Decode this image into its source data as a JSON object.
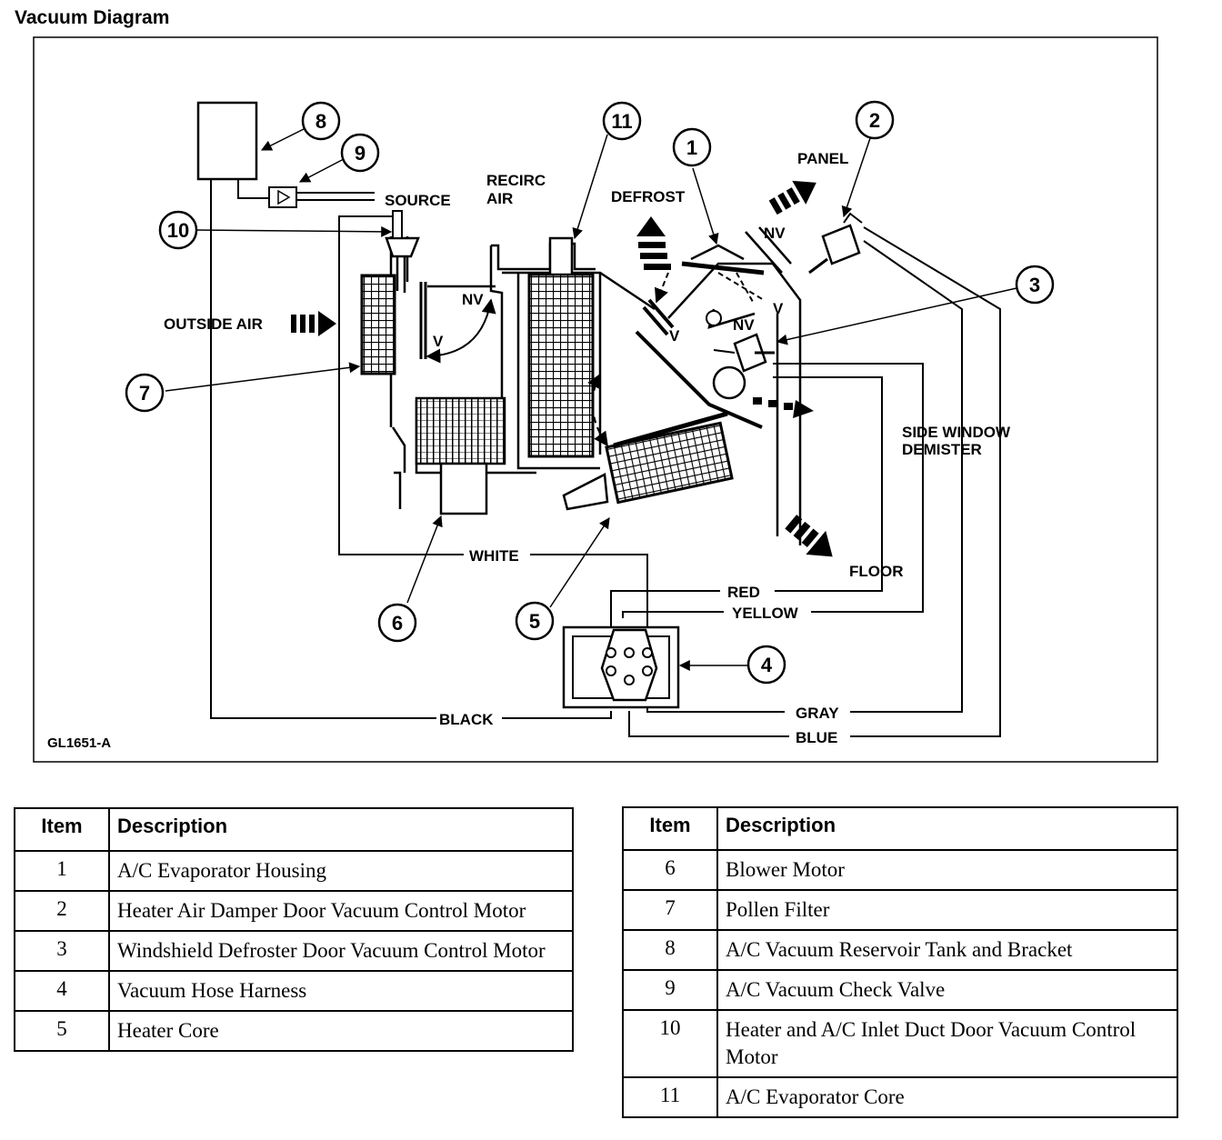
{
  "title": "Vacuum Diagram",
  "figure_id": "GL1651-A",
  "labels": {
    "source": "SOURCE",
    "recirc_line1": "RECIRC",
    "recirc_line2": "AIR",
    "defrost": "DEFROST",
    "panel": "PANEL",
    "outside_air": "OUTSIDE AIR",
    "side_window_line1": "SIDE WINDOW",
    "side_window_line2": "DEMISTER",
    "floor": "FLOOR",
    "nv": "NV",
    "v": "V"
  },
  "hoses": {
    "white": "WHITE",
    "red": "RED",
    "yellow": "YELLOW",
    "black": "BLACK",
    "gray": "GRAY",
    "blue": "BLUE"
  },
  "callouts": [
    "1",
    "2",
    "3",
    "4",
    "5",
    "6",
    "7",
    "8",
    "9",
    "10",
    "11"
  ],
  "table_header": {
    "item": "Item",
    "description": "Description"
  },
  "items_left": [
    {
      "item": "1",
      "description": "A/C Evaporator Housing"
    },
    {
      "item": "2",
      "description": "Heater Air Damper Door Vacuum Control Motor"
    },
    {
      "item": "3",
      "description": "Windshield Defroster Door Vacuum Control Motor"
    },
    {
      "item": "4",
      "description": "Vacuum Hose Harness"
    },
    {
      "item": "5",
      "description": "Heater Core"
    }
  ],
  "items_right": [
    {
      "item": "6",
      "description": "Blower Motor"
    },
    {
      "item": "7",
      "description": "Pollen Filter"
    },
    {
      "item": "8",
      "description": "A/C Vacuum Reservoir Tank and Bracket"
    },
    {
      "item": "9",
      "description": "A/C Vacuum Check Valve"
    },
    {
      "item": "10",
      "description": "Heater and A/C Inlet Duct Door Vacuum Control Motor"
    },
    {
      "item": "11",
      "description": "A/C Evaporator Core"
    }
  ]
}
